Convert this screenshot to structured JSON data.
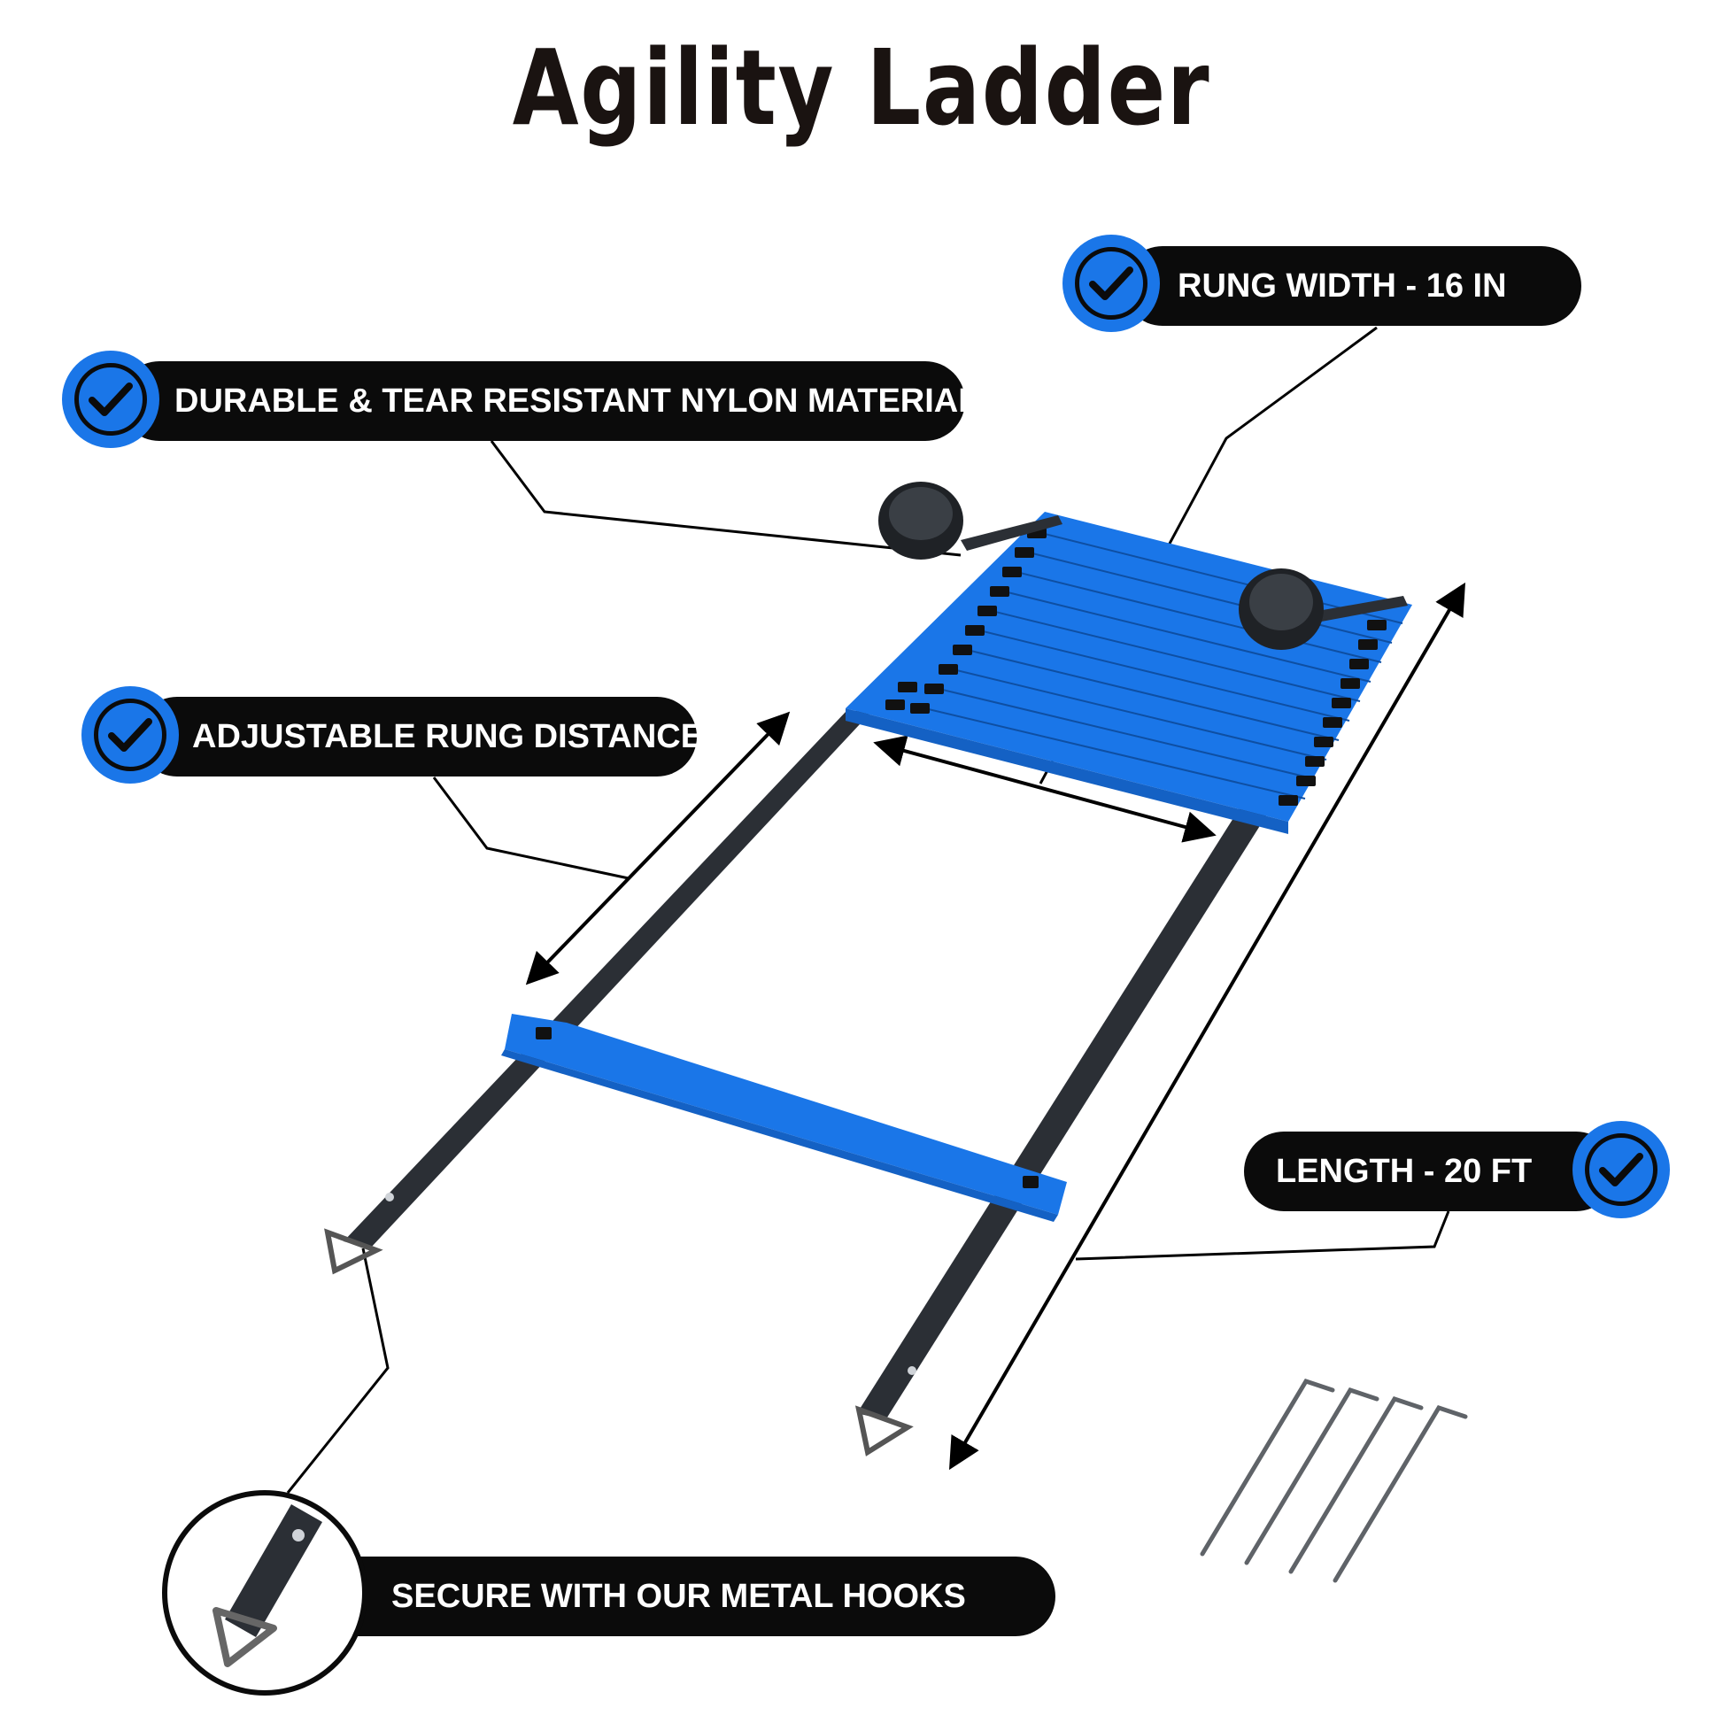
{
  "title": "Agility Ladder",
  "colors": {
    "accent": "#1a76e8",
    "pill": "#0b0b0b",
    "strap": "#2b2f35",
    "text": "#ffffff"
  },
  "features": {
    "rung_width": {
      "label": "RUNG WIDTH - 16 IN",
      "icon": "check-circle-icon"
    },
    "material": {
      "label": "DURABLE & TEAR RESISTANT NYLON MATERIAL",
      "icon": "check-circle-icon"
    },
    "rung_distance": {
      "label": "ADJUSTABLE RUNG DISTANCE",
      "icon": "check-circle-icon"
    },
    "length": {
      "label": "LENGTH - 20 FT",
      "icon": "check-circle-icon"
    },
    "hooks": {
      "label": "SECURE WITH OUR METAL HOOKS",
      "icon": "hook-closeup-icon"
    }
  }
}
